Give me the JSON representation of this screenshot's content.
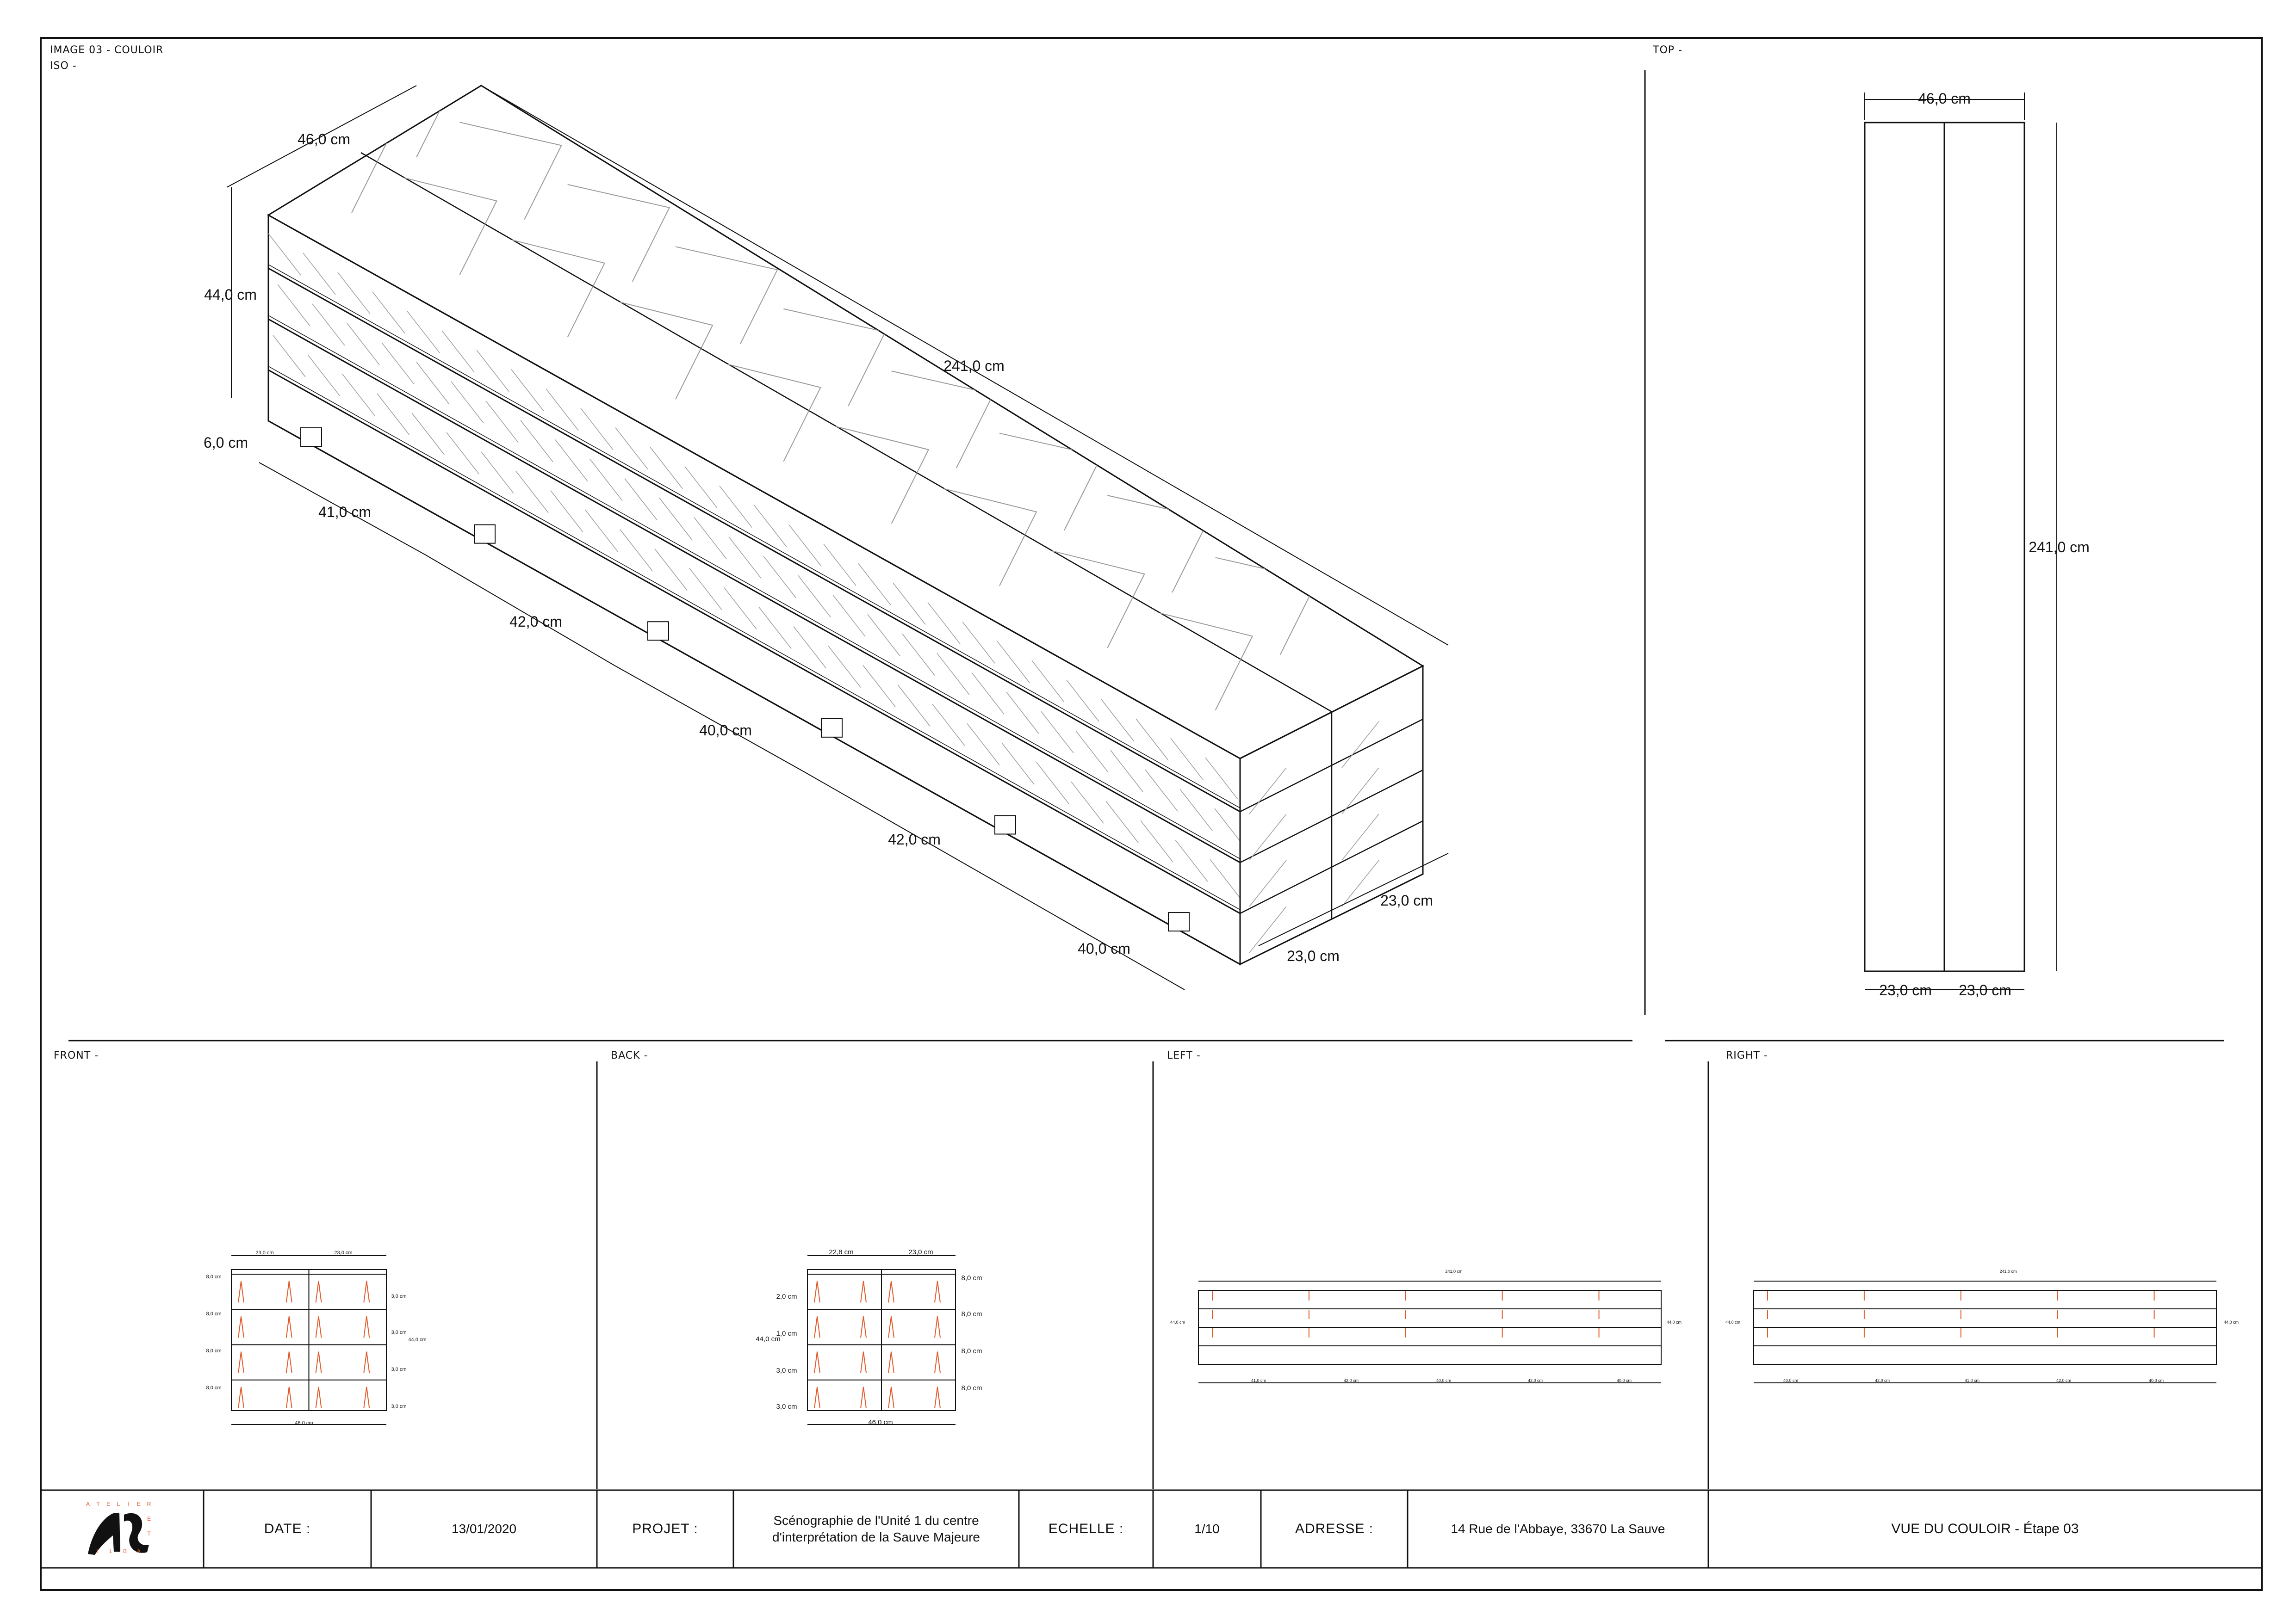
{
  "colors": {
    "line": "#111111",
    "hatch": "#9a9a9a",
    "accent": "#e05a2a"
  },
  "views": {
    "image_title": "IMAGE 03 - COULOIR",
    "iso": "ISO -",
    "top": "TOP -",
    "front": "FRONT -",
    "back": "BACK -",
    "left": "LEFT -",
    "right": "RIGHT -"
  },
  "iso_dims": {
    "width": "46,0 cm",
    "height": "44,0 cm",
    "length": "241,0 cm",
    "foot": "6,0 cm",
    "seg": [
      "41,0 cm",
      "42,0 cm",
      "40,0 cm",
      "42,0 cm",
      "40,0 cm"
    ],
    "half_a": "23,0 cm",
    "half_b": "23,0 cm"
  },
  "top_dims": {
    "width": "46,0 cm",
    "length": "241,0 cm",
    "half_a": "23,0 cm",
    "half_b": "23,0 cm"
  },
  "small_dims": {
    "d23": "23,0 cm",
    "d22": "22,8 cm",
    "d46": "46,0 cm",
    "d44": "44,0 cm",
    "d8": "8,0 cm",
    "d3": "3,0 cm",
    "d2": "2,0 cm",
    "d1": "1,0 cm",
    "d241": "241,0 cm",
    "d41": "41,0 cm",
    "d42": "42,0 cm",
    "d40": "40,0 cm",
    "d6": "6,0 cm"
  },
  "logo": {
    "letters": [
      "A",
      "T",
      "E",
      "L",
      "I",
      "E",
      "R",
      "E",
      "T",
      "A",
      "B",
      "L",
      "I"
    ]
  },
  "title_block": {
    "date_label": "DATE :",
    "date_value": "13/01/2020",
    "project_label": "PROJET :",
    "project_line1": "Scénographie de l'Unité 1 du centre",
    "project_line2": "d'interprétation de la Sauve Majeure",
    "scale_label": "ECHELLE :",
    "scale_value": "1/10",
    "address_label": "ADRESSE :",
    "address_value": "14 Rue de l'Abbaye, 33670 La Sauve",
    "sheet_title": "VUE DU COULOIR - Étape 03"
  }
}
